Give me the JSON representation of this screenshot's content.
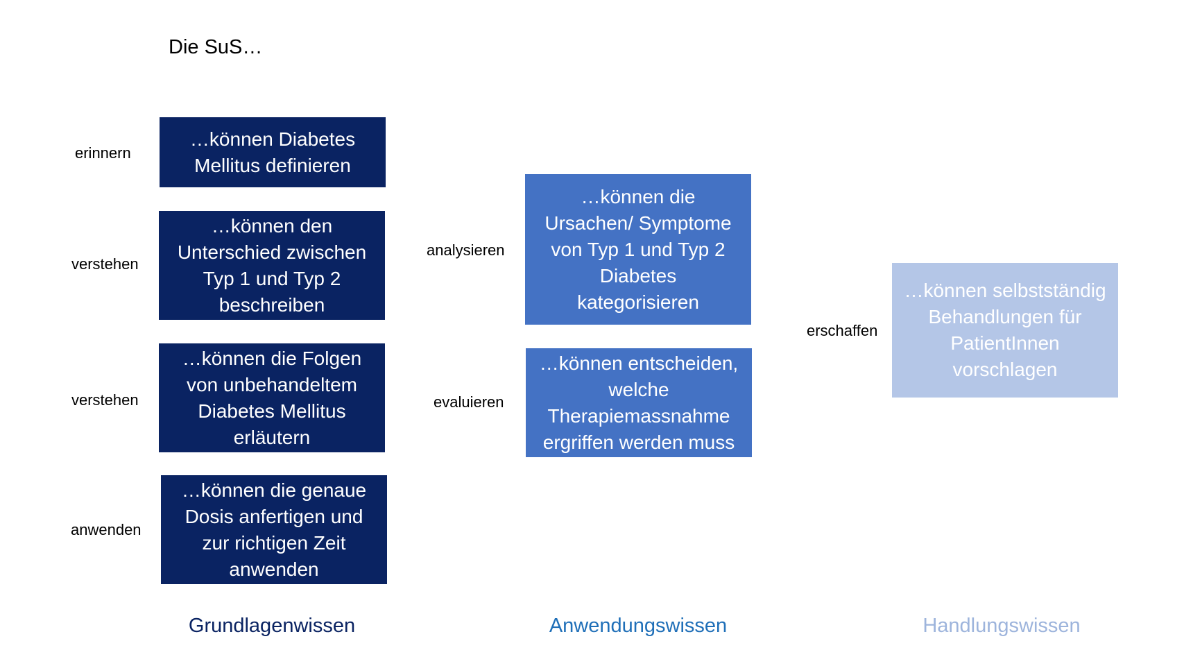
{
  "intro": "Die SuS…",
  "colors": {
    "grundlagen": "#0a2362",
    "anwendung": "#4472c4",
    "handlung": "#b4c6e7",
    "label_grundlagen": "#0a2362",
    "label_anwendung": "#1f6fb8",
    "label_handlung": "#9db4dc"
  },
  "grundlagen": {
    "label": "Grundlagenwissen",
    "items": [
      {
        "verb": "erinnern",
        "text": "…können Diabetes\nMellitus definieren"
      },
      {
        "verb": "verstehen",
        "text": "…können den\nUnterschied zwischen\nTyp 1 und Typ 2\nbeschreiben"
      },
      {
        "verb": "verstehen",
        "text": "…können die Folgen\nvon unbehandeltem\nDiabetes Mellitus\nerläutern"
      },
      {
        "verb": "anwenden",
        "text": "…können die genaue\nDosis anfertigen und\nzur richtigen Zeit\nanwenden"
      }
    ]
  },
  "anwendung": {
    "label": "Anwendungswissen",
    "items": [
      {
        "verb": "analysieren",
        "text": "…können die\nUrsachen/ Symptome\nvon Typ 1 und Typ 2\nDiabetes\nkategorisieren"
      },
      {
        "verb": "evaluieren",
        "text": "…können entscheiden,\nwelche\nTherapiemassnahme\nergriffen werden muss"
      }
    ]
  },
  "handlung": {
    "label": "Handlungswissen",
    "items": [
      {
        "verb": "erschaffen",
        "text": "…können selbstständig\nBehandlungen für\nPatientInnen\nvorschlagen"
      }
    ]
  }
}
